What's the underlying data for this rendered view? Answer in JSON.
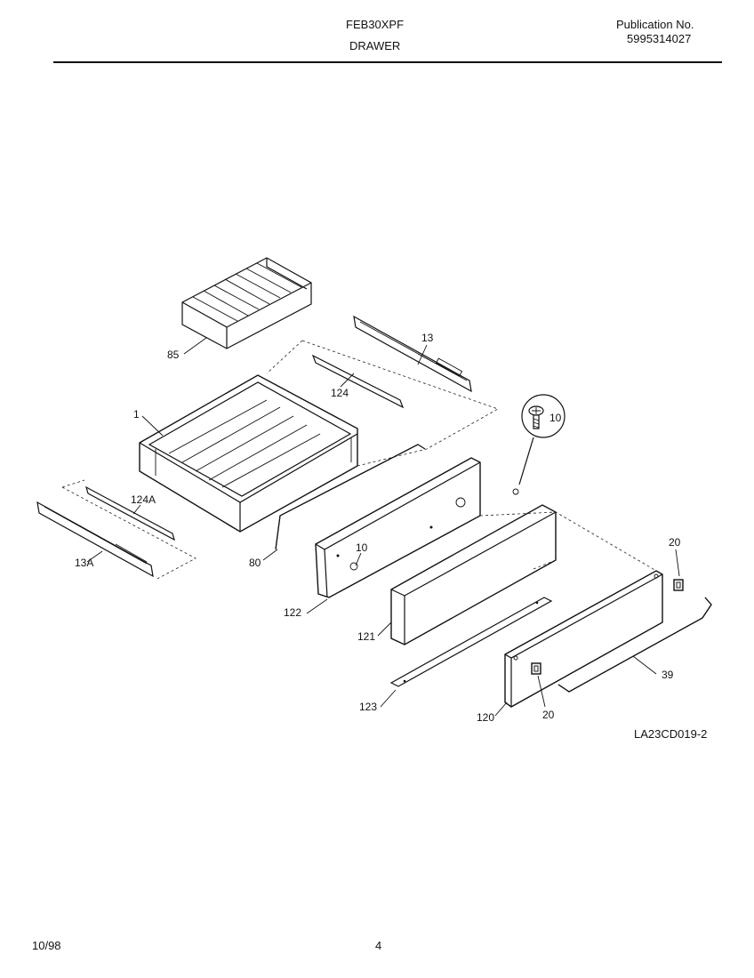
{
  "header": {
    "model": "FEB30XPF",
    "section": "DRAWER",
    "publication_label": "Publication No.",
    "publication_number": "5995314027"
  },
  "diagram": {
    "callouts": [
      "85",
      "13",
      "124",
      "1",
      "10",
      "124A",
      "13A",
      "80",
      "10",
      "20",
      "122",
      "121",
      "39",
      "123",
      "120",
      "20"
    ],
    "drawing_code": "LA23CD019-2"
  },
  "footer": {
    "date": "10/98",
    "page": "4"
  }
}
